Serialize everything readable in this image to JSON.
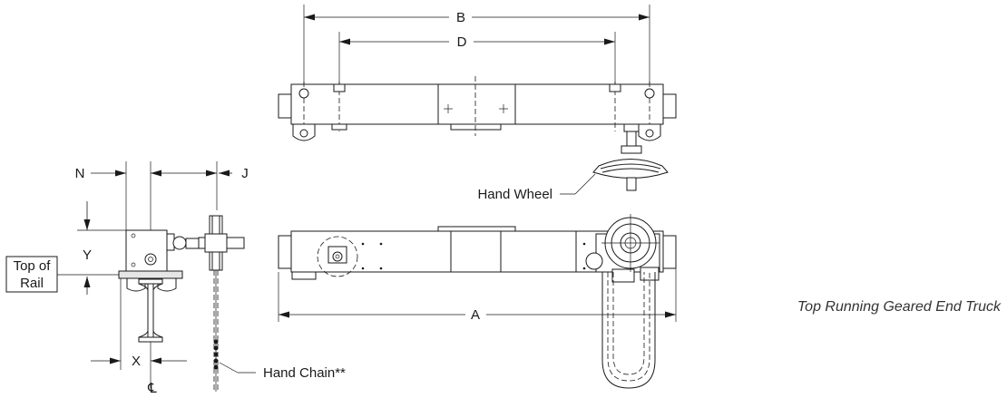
{
  "dimensions": {
    "b": "B",
    "d": "D",
    "a": "A",
    "n": "N",
    "j": "J",
    "y": "Y",
    "x": "X",
    "cl": "℄"
  },
  "callouts": {
    "hand_wheel": "Hand Wheel",
    "hand_chain": "Hand Chain**",
    "top_of_rail_line1": "Top of",
    "top_of_rail_line2": "Rail"
  },
  "caption": "Top Running Geared End Truck"
}
